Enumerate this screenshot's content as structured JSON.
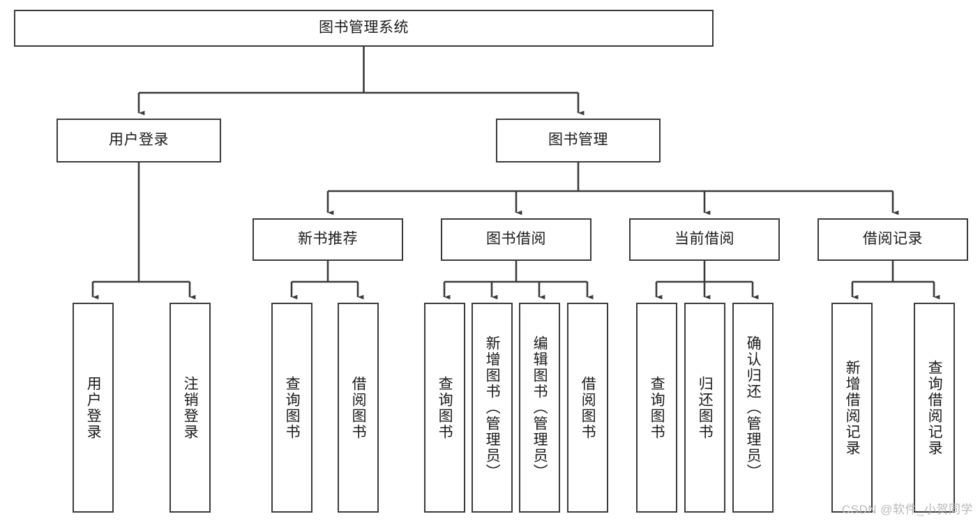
{
  "diagram": {
    "title": "图书管理系统",
    "type": "functional-structure-tree",
    "stroke_color": "#3a3a3a",
    "fill_color": "#ffffff",
    "text_color": "#1a1a1a"
  },
  "nodes": {
    "root": {
      "label": "图书管理系统"
    },
    "level2": [
      {
        "label": "用户登录"
      },
      {
        "label": "图书管理"
      }
    ],
    "level3": [
      {
        "label": "新书推荐"
      },
      {
        "label": "图书借阅"
      },
      {
        "label": "当前借阅"
      },
      {
        "label": "借阅记录"
      }
    ],
    "leaves": {
      "user_login": [
        {
          "label": "用户登录"
        },
        {
          "label": "注销登录"
        }
      ],
      "new_book_recommend": [
        {
          "label": "查询图书"
        },
        {
          "label": "借阅图书"
        }
      ],
      "book_borrow": [
        {
          "label": "查询图书"
        },
        {
          "label": "新增图书（管理员）"
        },
        {
          "label": "编辑图书（管理员）"
        },
        {
          "label": "借阅图书"
        }
      ],
      "current_borrow": [
        {
          "label": "查询图书"
        },
        {
          "label": "归还图书"
        },
        {
          "label": "确认归还（管理员）"
        }
      ],
      "borrow_record": [
        {
          "label": "新增借阅记录"
        },
        {
          "label": "查询借阅记录"
        }
      ]
    }
  },
  "watermark": {
    "text": "CSDN @软件_小贺同学"
  }
}
